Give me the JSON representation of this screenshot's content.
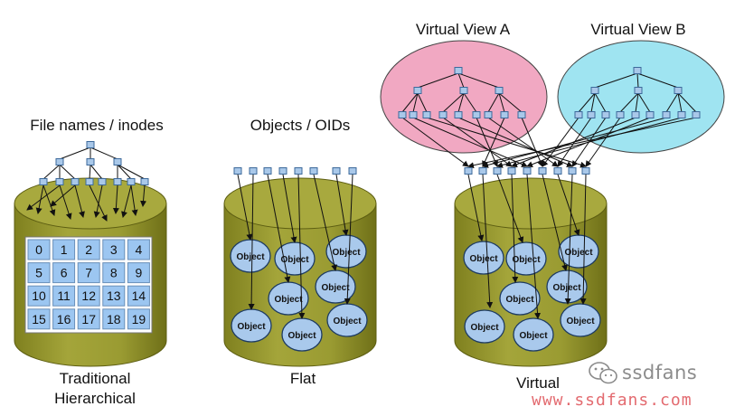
{
  "labels": {
    "traditional_top": "File names / inodes",
    "flat_top": "Objects / OIDs",
    "view_a": "Virtual View A",
    "view_b": "Virtual View B",
    "traditional_bottom_1": "Traditional",
    "traditional_bottom_2": "Hierarchical",
    "flat_bottom": "Flat",
    "virtual_bottom": "Virtual"
  },
  "grid_numbers": [
    "0",
    "1",
    "2",
    "3",
    "4",
    "5",
    "6",
    "7",
    "8",
    "9",
    "10",
    "11",
    "12",
    "13",
    "14",
    "15",
    "16",
    "17",
    "18",
    "19"
  ],
  "object_label": "Object",
  "watermark": {
    "brand": "ssdfans",
    "url": "www.ssdfans.com"
  },
  "colors": {
    "cylinder": "#999a33",
    "cylinder_top": "#a8a93e",
    "node_fill": "#a9c8e9",
    "node_stroke": "#3d6a9b",
    "ellipse_a": "#f1a8c2",
    "ellipse_b": "#9fe4f1",
    "grid_fill": "#9cc6f1",
    "object_fill": "#a9c9ec",
    "watermark_url": "#e36b70"
  }
}
